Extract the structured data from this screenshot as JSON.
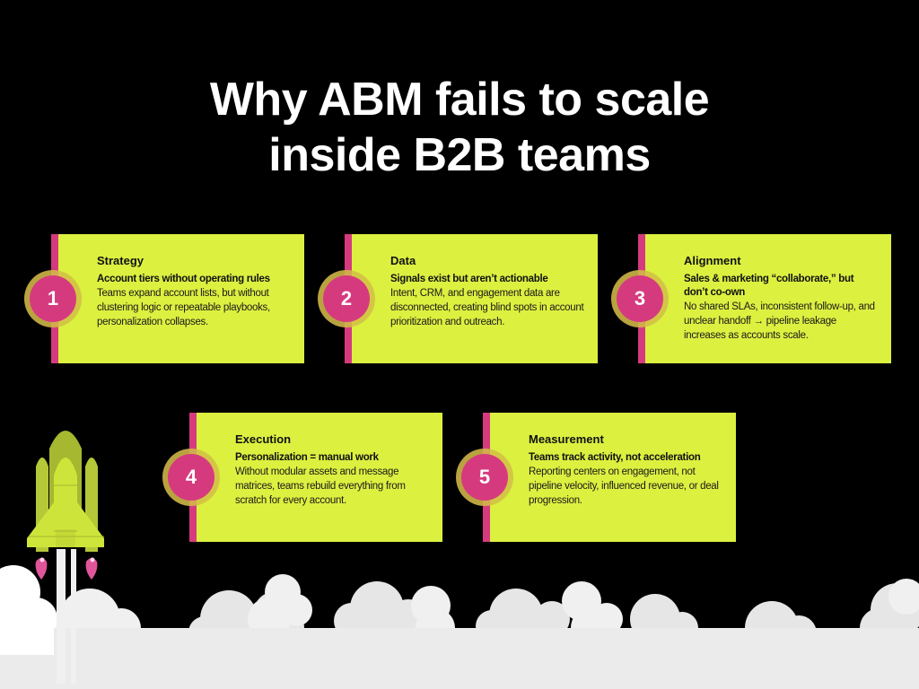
{
  "title": {
    "line1": "Why ABM fails to scale",
    "line2": "inside B2B teams"
  },
  "colors": {
    "background": "#000000",
    "card": "#dcf040",
    "accent": "#d63a7e",
    "ring": "#d2be46",
    "cloud": "#ebebeb"
  },
  "cards": [
    {
      "number": "1",
      "heading": "Strategy",
      "subheading": "Account tiers without operating rules",
      "description": "Teams expand account lists, but without clustering logic or repeatable playbooks, personalization collapses."
    },
    {
      "number": "2",
      "heading": "Data",
      "subheading": "Signals exist but aren’t actionable",
      "description": "Intent, CRM, and engagement data are disconnected, creating blind spots in account prioritization and outreach."
    },
    {
      "number": "3",
      "heading": "Alignment",
      "subheading": "Sales & marketing “collaborate,” but don’t co-own",
      "description": "No shared SLAs, inconsistent follow-up, and unclear handoff → pipeline leakage increases as accounts scale."
    },
    {
      "number": "4",
      "heading": "Execution",
      "subheading": "Personalization = manual work",
      "description": "Without modular assets and message matrices, teams rebuild everything from scratch for every account."
    },
    {
      "number": "5",
      "heading": "Measurement",
      "subheading": "Teams track activity, not acceleration",
      "description": "Reporting centers on engagement, not pipeline velocity, influenced revenue, or deal progression."
    }
  ],
  "illustration": {
    "icon": "space-shuttle-icon",
    "scenery": "clouds"
  }
}
